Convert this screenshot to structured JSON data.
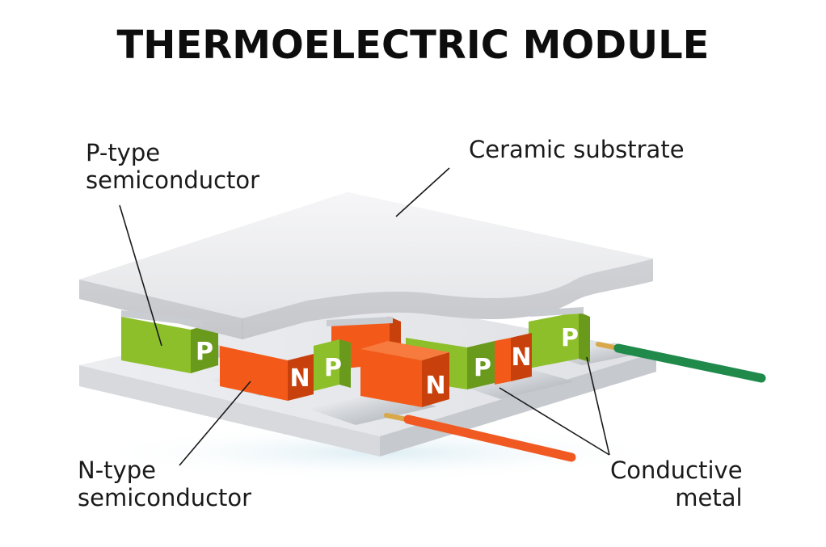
{
  "title": "THERMOELECTRIC MODULE",
  "labels": {
    "ptype_line1": "P-type",
    "ptype_line2": "semiconductor",
    "ceramic": "Ceramic substrate",
    "ntype_line1": "N-type",
    "ntype_line2": "semiconductor",
    "conductive_line1": "Conductive",
    "conductive_line2": "metal"
  },
  "block_letters": {
    "p": "P",
    "n": "N"
  },
  "colors": {
    "p_type_face": "#8cbf2a",
    "p_type_side": "#6a9a1c",
    "n_type_face": "#f35a1a",
    "n_type_side": "#c8410d",
    "ceramic": "#f1f2f4",
    "wire_green": "#1f8a4a",
    "wire_orange": "#f05a22"
  }
}
